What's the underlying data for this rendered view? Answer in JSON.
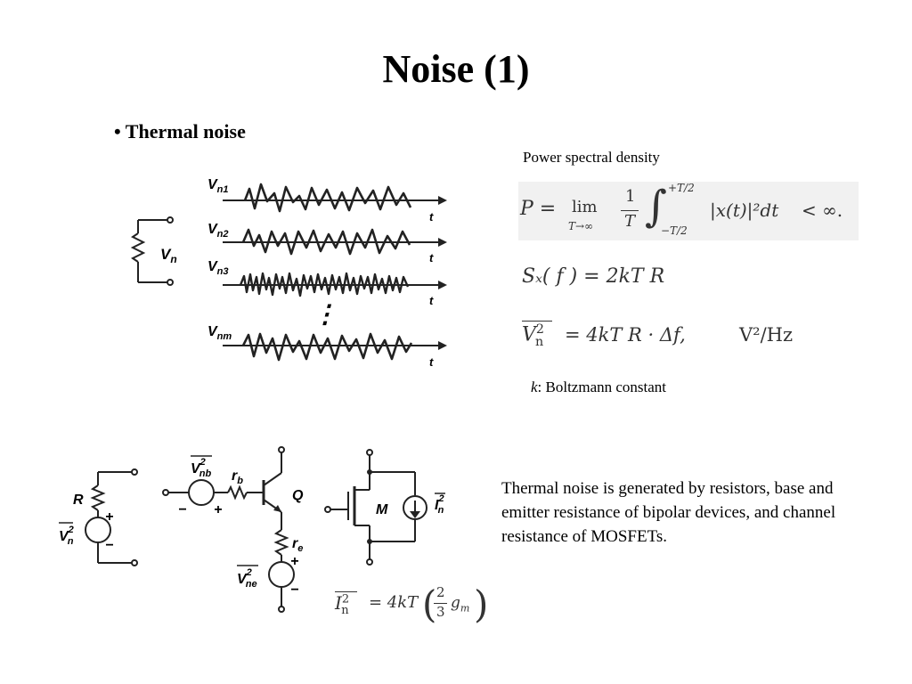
{
  "slide": {
    "title": "Noise (1)",
    "bullet": "• Thermal noise",
    "psd_label": "Power spectral density",
    "k_symbol": "k",
    "k_text": ": Boltzmann constant",
    "description": "Thermal noise is generated by resistors, base and emitter resistance of bipolar devices, and channel resistance of MOSFETs."
  },
  "waveforms": {
    "source_label": "V",
    "source_sub": "n",
    "time_label": "t",
    "dots": "⋮",
    "traces": [
      {
        "label": "V",
        "sub": "n1"
      },
      {
        "label": "V",
        "sub": "n2"
      },
      {
        "label": "V",
        "sub": "n3"
      },
      {
        "label": "V",
        "sub": "nm"
      }
    ]
  },
  "equations": {
    "power": {
      "lhs": "P =",
      "lim": "lim",
      "lim_sub": "T→∞",
      "frac_num": "1",
      "frac_den": "T",
      "int_upper": "+T/2",
      "int_lower": "−T/2",
      "integrand": "|x(t)|²dt",
      "rhs": "< ∞."
    },
    "psd": "Sₓ( f ) = 2kT R",
    "vn": {
      "lhs": "V",
      "lhs_sub": "n",
      "lhs_sup": "2",
      "rhs": "= 4kT R · Δf,",
      "unit": "V²/Hz"
    }
  },
  "circuits": {
    "resistor": {
      "r_label": "R",
      "v_label": "V",
      "v_sub": "n",
      "v_sup": "2",
      "plus": "+",
      "minus": "−"
    },
    "bjt": {
      "vnb": "V",
      "vnb_sub": "nb",
      "vnb_sup": "2",
      "rb": "r",
      "rb_sub": "b",
      "q": "Q",
      "re": "r",
      "re_sub": "e",
      "vne": "V",
      "vne_sub": "ne",
      "vne_sup": "2",
      "plus": "+",
      "minus": "−"
    },
    "mos": {
      "m": "M",
      "in": "I",
      "in_sub": "n",
      "in_sup": "2"
    },
    "mos_eq": {
      "lhs": "I",
      "lhs_sub": "n",
      "lhs_sup": "2",
      "mid": "= 4kT",
      "num": "2",
      "den": "3",
      "gm": "g",
      "gm_sub": "m"
    }
  }
}
